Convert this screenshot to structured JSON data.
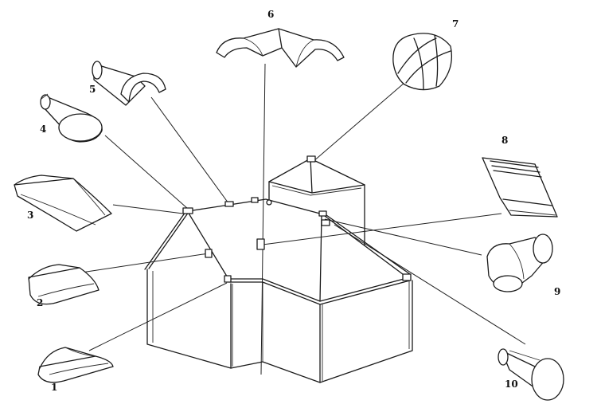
{
  "figure": {
    "callouts": [
      {
        "id": 1,
        "label": "1"
      },
      {
        "id": 2,
        "label": "2"
      },
      {
        "id": 3,
        "label": "3"
      },
      {
        "id": 4,
        "label": "4"
      },
      {
        "id": 5,
        "label": "5"
      },
      {
        "id": 6,
        "label": "6"
      },
      {
        "id": 7,
        "label": "7"
      },
      {
        "id": 8,
        "label": "8"
      },
      {
        "id": 9,
        "label": "9"
      },
      {
        "id": 10,
        "label": "10"
      }
    ]
  }
}
